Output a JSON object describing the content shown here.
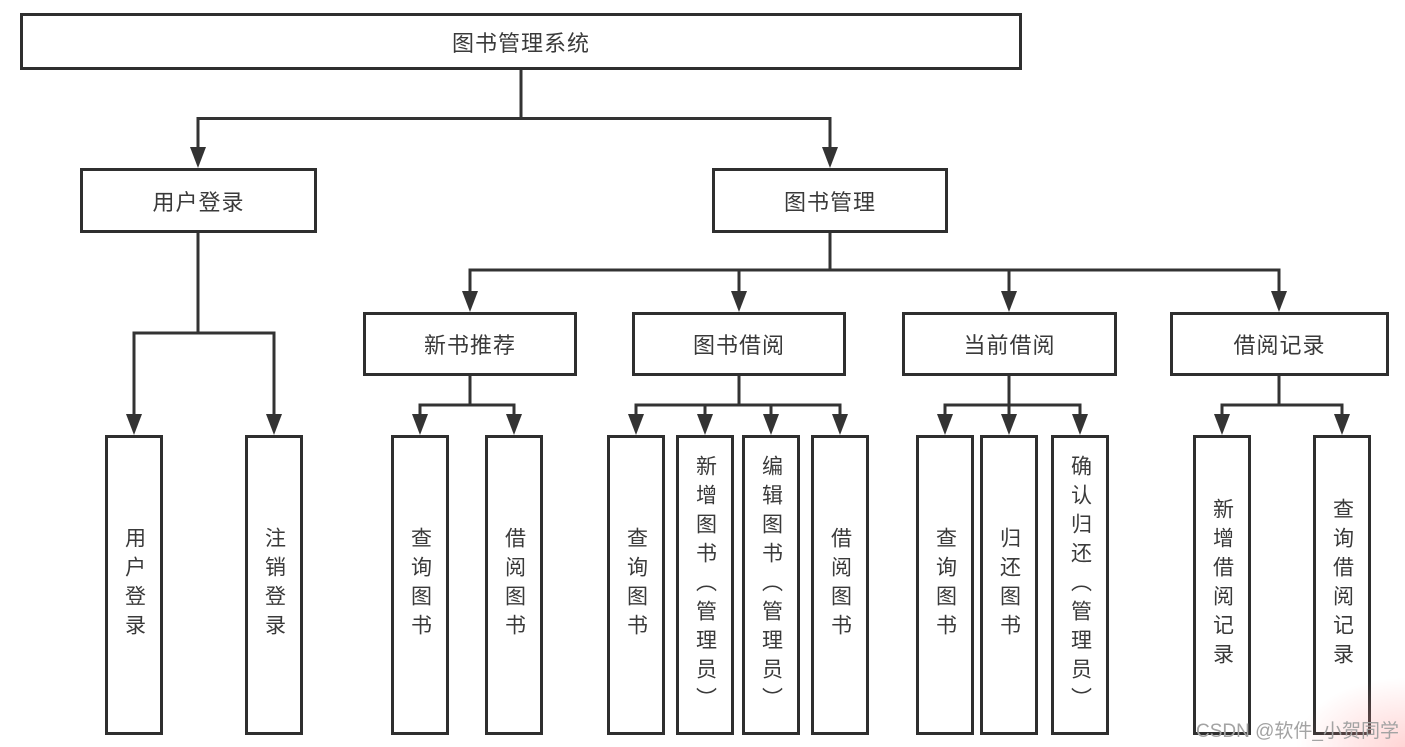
{
  "tree": {
    "root": {
      "label": "图书管理系统",
      "children": [
        {
          "label": "用户登录",
          "children": [
            {
              "label": "用户登录"
            },
            {
              "label": "注销登录"
            }
          ]
        },
        {
          "label": "图书管理",
          "children": [
            {
              "label": "新书推荐",
              "children": [
                {
                  "label": "查询图书"
                },
                {
                  "label": "借阅图书"
                }
              ]
            },
            {
              "label": "图书借阅",
              "children": [
                {
                  "label": "查询图书"
                },
                {
                  "label": "新增图书（管理员）"
                },
                {
                  "label": "编辑图书（管理员）"
                },
                {
                  "label": "借阅图书"
                }
              ]
            },
            {
              "label": "当前借阅",
              "children": [
                {
                  "label": "查询图书"
                },
                {
                  "label": "归还图书"
                },
                {
                  "label": "确认归还（管理员）"
                }
              ]
            },
            {
              "label": "借阅记录",
              "children": [
                {
                  "label": "新增借阅记录"
                },
                {
                  "label": "查询借阅记录"
                }
              ]
            }
          ]
        }
      ]
    }
  },
  "watermark": {
    "text": "CSDN @软件_小贺同学"
  },
  "colors": {
    "line": "#333333",
    "box_border": "#2f2f2f",
    "text": "#3a3a3a",
    "watermark": "#a3a3a3",
    "background": "#ffffff"
  }
}
